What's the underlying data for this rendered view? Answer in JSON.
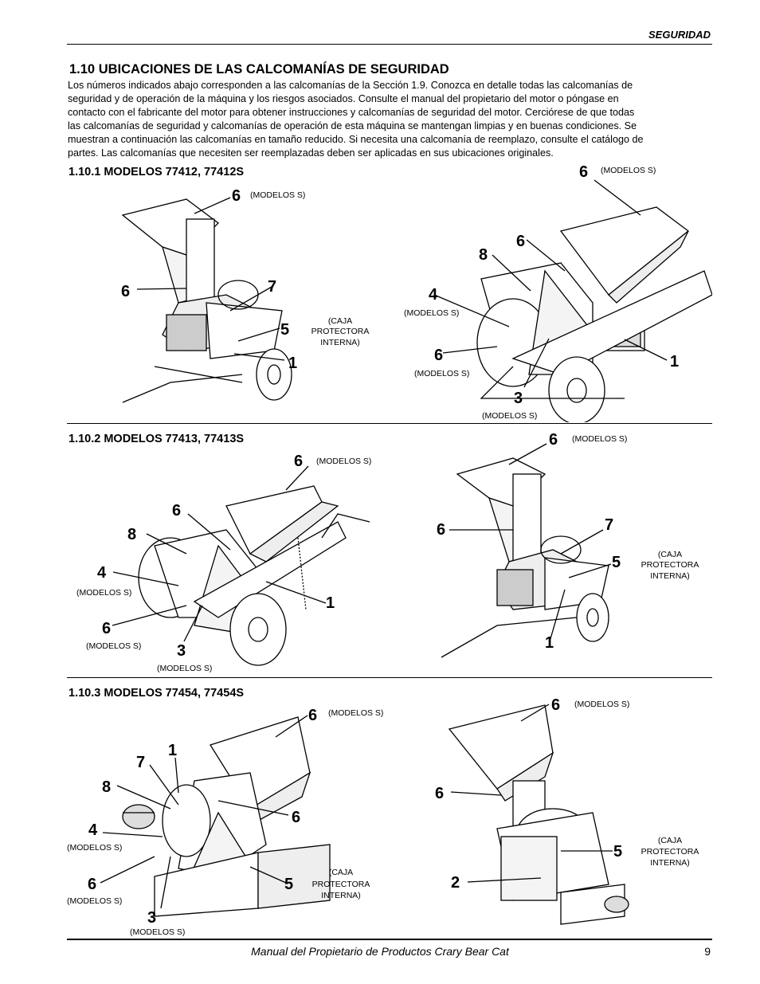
{
  "header": {
    "section": "SEGURIDAD"
  },
  "section": {
    "title": "1.10 UBICACIONES DE LAS CALCOMANÍAS DE SEGURIDAD",
    "intro_lines": [
      "Los números indicados abajo corresponden a las calcomanías de la Sección 1.9. Conozca en detalle todas las calcomanías de",
      "seguridad y de operación de la máquina y los riesgos asociados. Consulte el manual del propietario del motor o póngase en",
      "contacto con el fabricante del motor para obtener instrucciones y calcomanías de seguridad del motor.  Cerciórese de que todas",
      "las calcomanías de seguridad y calcomanías de operación de esta máquina se mantengan limpias y en buenas condiciones. Se",
      "muestran a continuación las calcomanías en tamaño reducido.  Si necesita una calcomanía de reemplazo, consulte el catálogo de",
      "partes.  Las calcomanías que necesiten ser reemplazadas deben ser aplicadas en sus ubicaciones originales."
    ]
  },
  "subsections": [
    {
      "title": "1.10.1  MODELOS 77412, 77412S"
    },
    {
      "title": "1.10.2  MODELOS 77413, 77413S"
    },
    {
      "title": "1.10.3  MODELOS 77454, 77454S"
    }
  ],
  "labels": {
    "modelos_s": "(MODELOS S)",
    "caja_1": "(CAJA",
    "caja_2": "PROTECTORA",
    "caja_3": "INTERNA)"
  },
  "callouts": {
    "n1": "1",
    "n2": "2",
    "n3": "3",
    "n4": "4",
    "n5": "5",
    "n6": "6",
    "n7": "7",
    "n8": "8"
  },
  "footer": {
    "title": "Manual del Propietario de Productos Crary Bear Cat",
    "page": "9"
  }
}
